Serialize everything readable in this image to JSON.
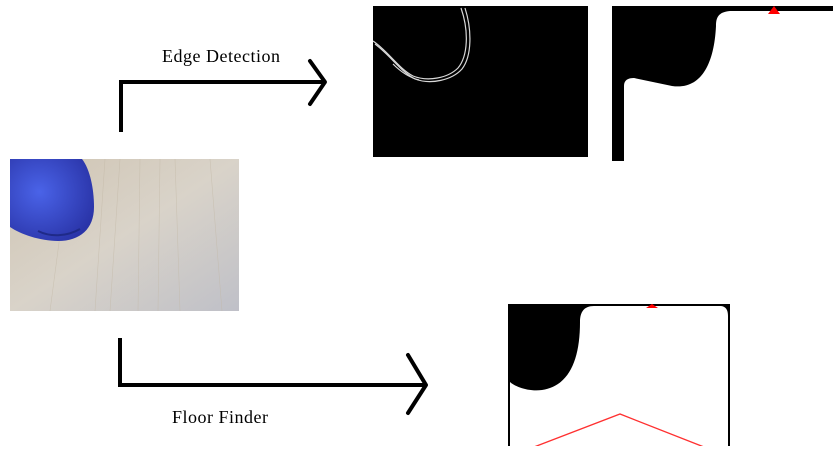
{
  "labels": {
    "edge_detection": "Edge Detection",
    "floor_finder": "Floor Finder"
  },
  "colors": {
    "arrow": "#000000",
    "edge_background": "#000000",
    "edge_lines": "#d8d8d8",
    "floor_mask": "#ffffff",
    "obstacle": "#000000",
    "marker": "#ff0000",
    "floor_outline": "#ff3030",
    "photo_floor": "#d6cfc2",
    "photo_object": "#3a4fd0"
  },
  "panels": {
    "input_photo": "camera-image",
    "edge_output": "edge-detection-result",
    "mask_output": "edge-mask-result",
    "floor_output": "floor-finder-result"
  }
}
